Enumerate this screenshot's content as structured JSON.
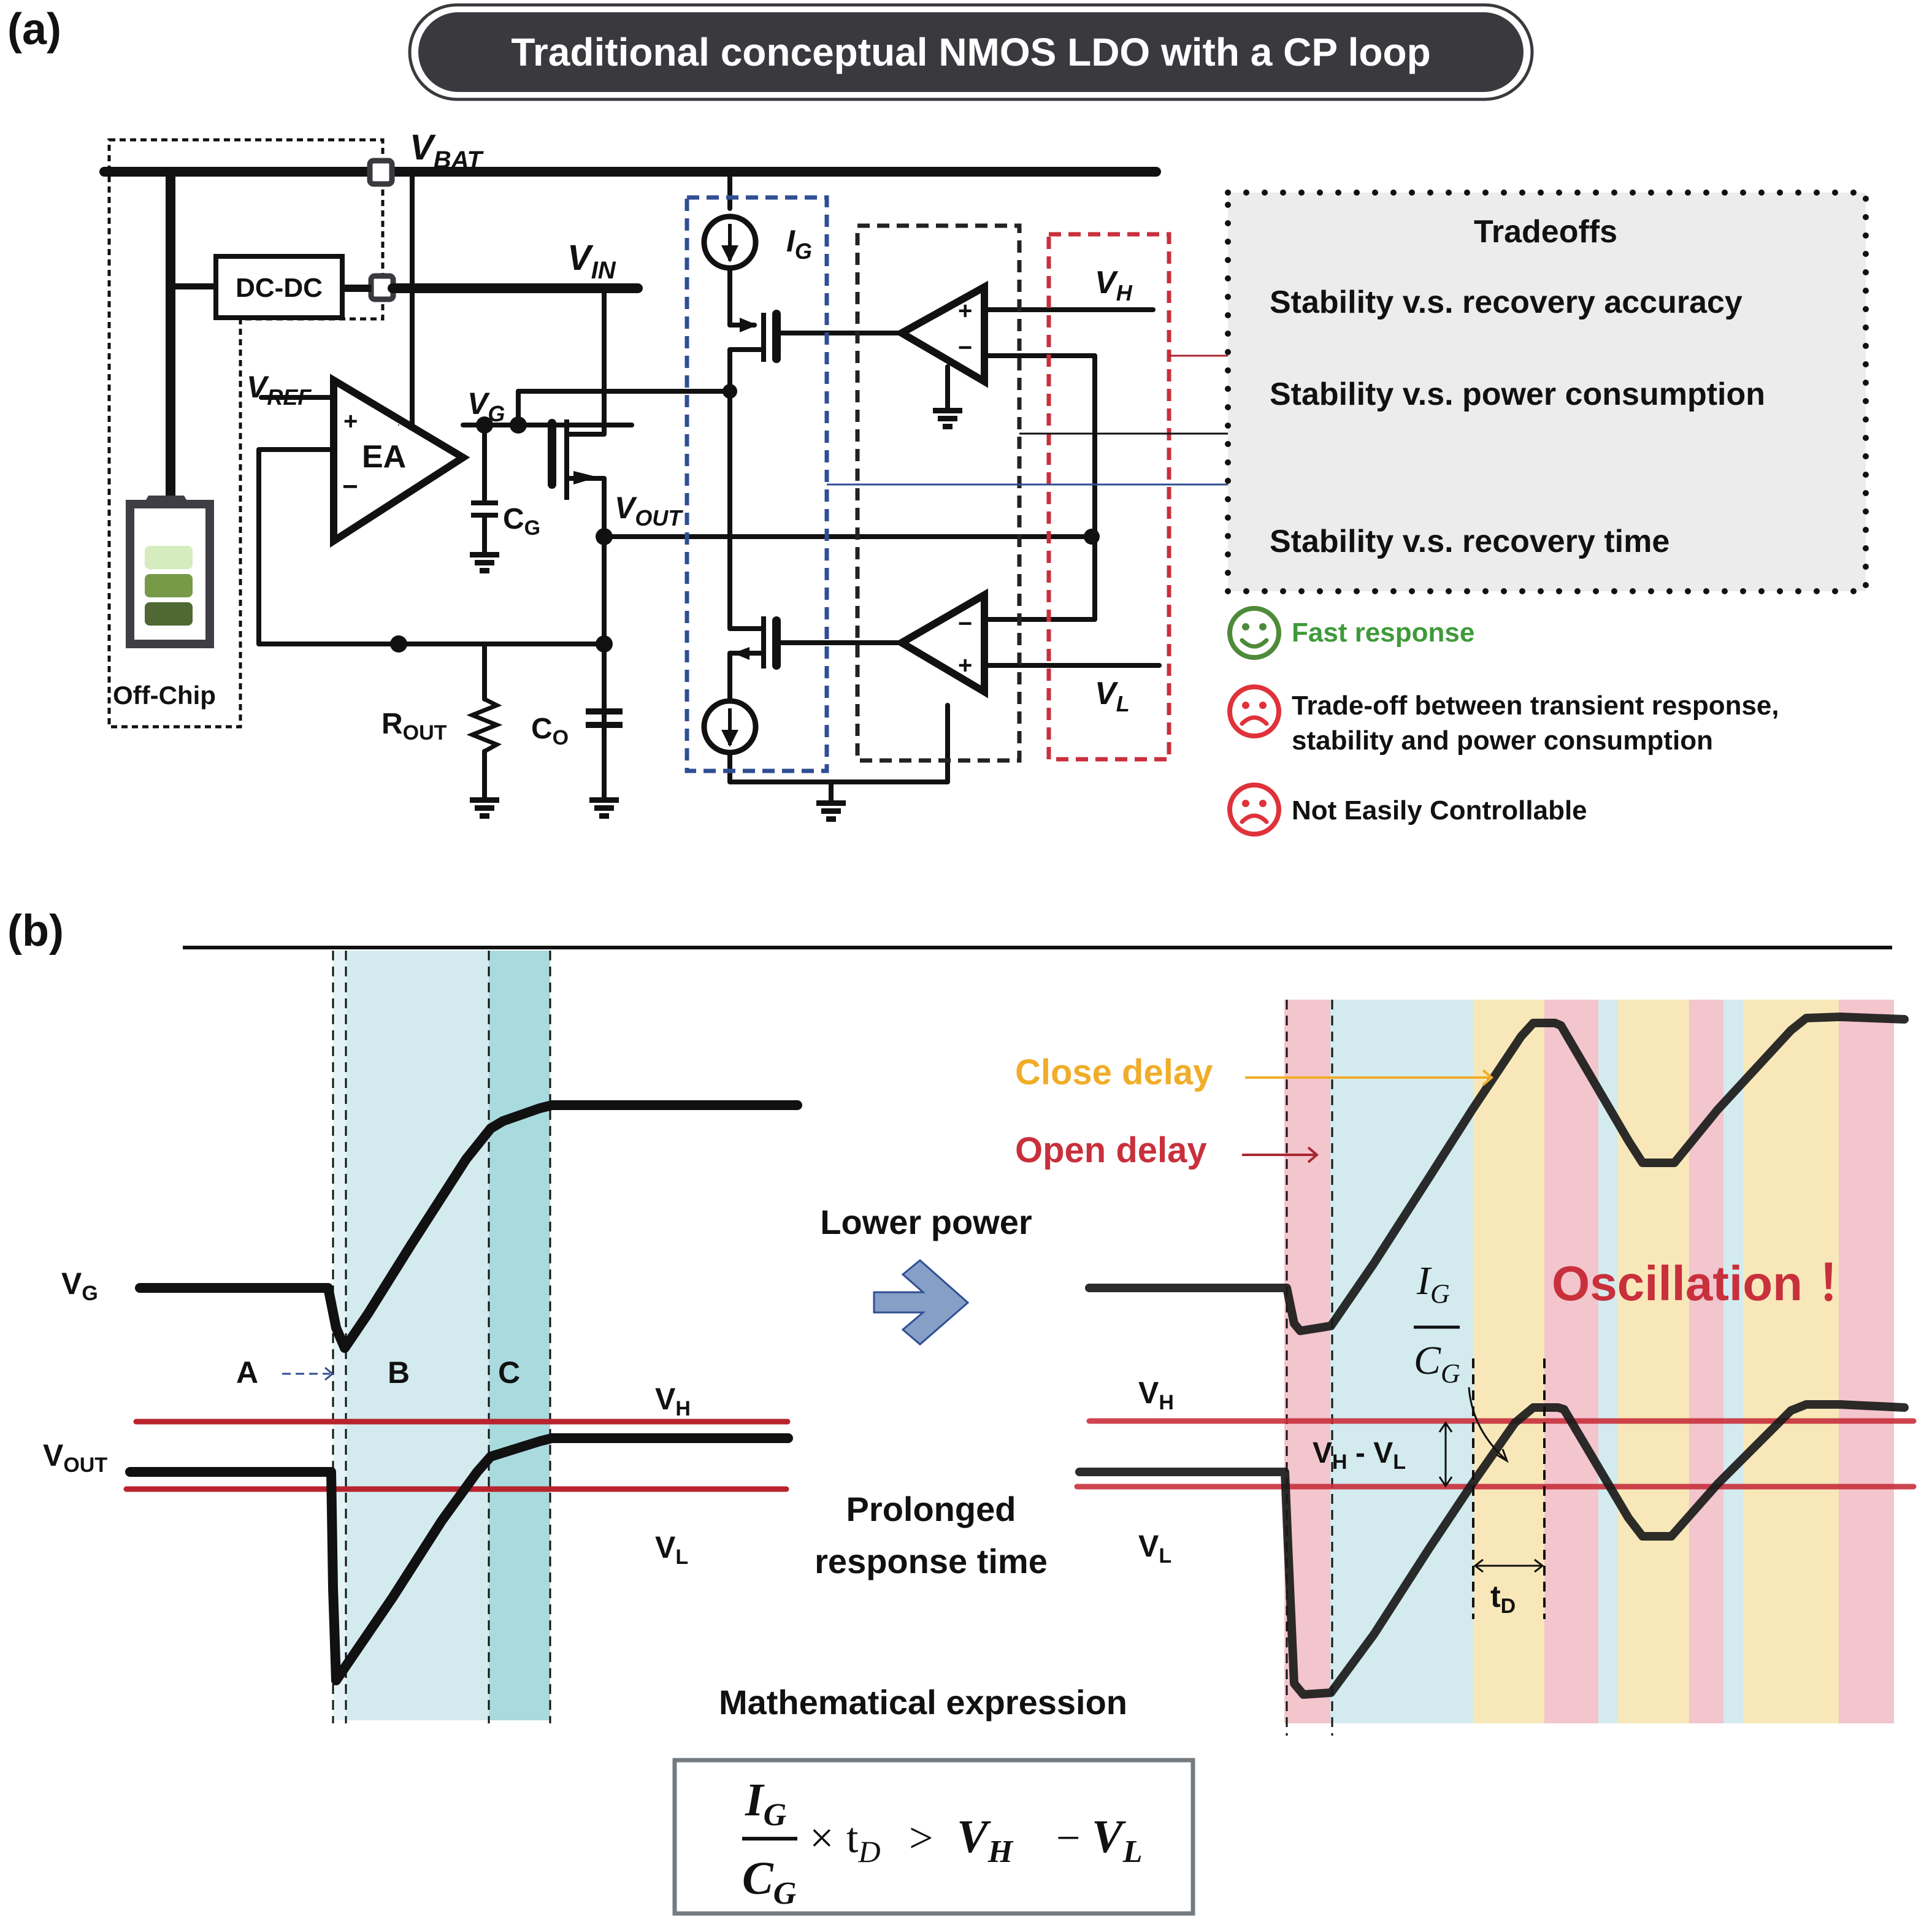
{
  "panel_a": {
    "label": "(a)",
    "title": "Traditional conceptual NMOS LDO with a CP loop",
    "colors": {
      "banner": "#3a393e",
      "blue_box": "#2f4e93",
      "black_box": "#222222",
      "red_box": "#c8303c",
      "tradeoff_bg": "#ececec",
      "good": "#3e8e3a",
      "bad": "#e0323a",
      "battery": [
        "#d4ecbe",
        "#779a48",
        "#4f6834"
      ]
    },
    "circuit": {
      "v_bat": {
        "main": "V",
        "sub": "BAT"
      },
      "v_in": {
        "main": "V",
        "sub": "IN"
      },
      "v_ref": {
        "main": "V",
        "sub": "REF"
      },
      "v_g": {
        "main": "V",
        "sub": "G"
      },
      "v_out": {
        "main": "V",
        "sub": "OUT"
      },
      "i_g": {
        "main": "I",
        "sub": "G"
      },
      "v_h": {
        "main": "V",
        "sub": "H"
      },
      "v_l": {
        "main": "V",
        "sub": "L"
      },
      "c_g": {
        "main": "C",
        "sub": "G"
      },
      "c_o": {
        "main": "C",
        "sub": "O"
      },
      "r_out": {
        "main": "R",
        "sub": "OUT"
      },
      "ea": "EA",
      "dcdc": "DC-DC",
      "off_chip": "Off-Chip",
      "plus": "+",
      "minus": "−"
    },
    "tradeoffs": {
      "title": "Tradeoffs",
      "items": [
        "Stability v.s. recovery accuracy",
        "Stability v.s. power consumption",
        "Stability v.s. recovery time"
      ]
    },
    "evaluation": [
      {
        "icon": "smiley-face-icon",
        "sentiment": "good",
        "lines": [
          "Fast response"
        ]
      },
      {
        "icon": "sad-face-icon",
        "sentiment": "bad",
        "lines": [
          "Trade-off between transient response,",
          "stability and power consumption"
        ]
      },
      {
        "icon": "sad-face-icon",
        "sentiment": "bad",
        "lines": [
          "Not Easily Controllable"
        ]
      }
    ]
  },
  "panel_b": {
    "label": "(b)",
    "left": {
      "vg": {
        "main": "V",
        "sub": "G"
      },
      "vout": {
        "main": "V",
        "sub": "OUT"
      },
      "vh": {
        "main": "V",
        "sub": "H"
      },
      "vl": {
        "main": "V",
        "sub": "L"
      },
      "regions": [
        "A",
        "B",
        "C"
      ]
    },
    "middle": {
      "top_text": "Lower power",
      "bottom_text": [
        "Prolonged",
        "response time"
      ],
      "math_heading": "Mathematical expression"
    },
    "right": {
      "close_delay": "Close delay",
      "open_delay": "Open delay",
      "oscillation": "Oscillation ！",
      "vh": {
        "main": "V",
        "sub": "H"
      },
      "vl": {
        "main": "V",
        "sub": "L"
      },
      "slope": {
        "num_main": "I",
        "num_sub": "G",
        "den_main": "C",
        "den_sub": "G"
      },
      "vh_minus_vl": {
        "a": "V",
        "a_sub": "H",
        "mid": " - ",
        "b": "V",
        "b_sub": "L"
      },
      "td": {
        "main": "t",
        "sub": "D"
      },
      "colors": {
        "close": "#f0ad2a",
        "open": "#c8303c",
        "pink": "#f3c5cd",
        "cyan": "#d3ebef",
        "yellow": "#f8e8b9"
      }
    },
    "formula": {
      "num_main": "I",
      "num_sub": "G",
      "den_main": "C",
      "den_sub": "G",
      "times": "×",
      "t": "t",
      "t_sub": "D",
      "gt": ">",
      "vh": "V",
      "vh_sub": "H",
      "minus": "−",
      "vl": "V",
      "vl_sub": "L"
    }
  }
}
